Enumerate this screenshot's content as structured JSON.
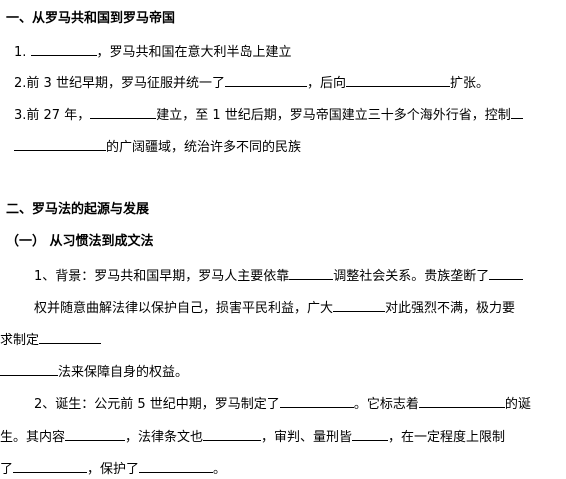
{
  "section1": {
    "title": "一、从罗马共和国到罗马帝国",
    "item1": {
      "num": "1.",
      "text": "，罗马共和国在意大利半岛上建立"
    },
    "item2": {
      "a": "2.前 3 世纪早期，罗马征服并统一了",
      "b": "，后向",
      "c": "扩张。"
    },
    "item3": {
      "a": "3.前 27 年，",
      "b": "建立，至 1 世纪后期，罗马帝国建立三十多个海外行省，控制",
      "c": "的广阔疆域，统治许多不同的民族"
    }
  },
  "section2": {
    "title": "二、罗马法的起源与发展",
    "sub1": {
      "title": "（一）  从习惯法到成文法"
    },
    "para1": {
      "a": "1、背景：罗马共和国早期，罗马人主要依靠",
      "b": "调整社会关系。贵族垄断了",
      "c": "权并随意曲解法律以保护自己，损害平民利益，广大",
      "d": "对此强烈不满，极力要",
      "e": "求制定",
      "f": "法来保障自身的权益。"
    },
    "para2": {
      "a": "2、诞生：公元前 5 世纪中期，罗马制定了",
      "b": "。它标志着",
      "c": "的诞",
      "d": "生。其内容",
      "e": "，法律条文也",
      "f": "，审判、量刑皆",
      "g": "，在一定程度上限制",
      "h": "了",
      "i": "，保护了",
      "j": "。"
    }
  }
}
